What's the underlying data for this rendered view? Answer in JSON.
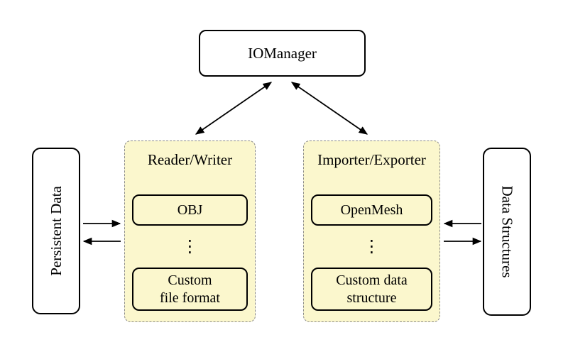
{
  "diagram": {
    "io_manager": {
      "label": "IOManager"
    },
    "reader_writer": {
      "title": "Reader/Writer",
      "top_item": "OBJ",
      "ellipsis": "⋮",
      "bottom_item_line1": "Custom",
      "bottom_item_line2": "file format"
    },
    "importer_exporter": {
      "title": "Importer/Exporter",
      "top_item": "OpenMesh",
      "ellipsis": "⋮",
      "bottom_item_line1": "Custom data",
      "bottom_item_line2": "structure"
    },
    "persistent_data": {
      "label": "Persistent Data"
    },
    "data_structures": {
      "label": "Data Structures"
    },
    "colors": {
      "group_fill": "#fbf7cd",
      "group_border": "#8a8a8a",
      "node_fill": "#ffffff",
      "node_border": "#000000",
      "arrow": "#000000",
      "background": "#ffffff"
    }
  }
}
